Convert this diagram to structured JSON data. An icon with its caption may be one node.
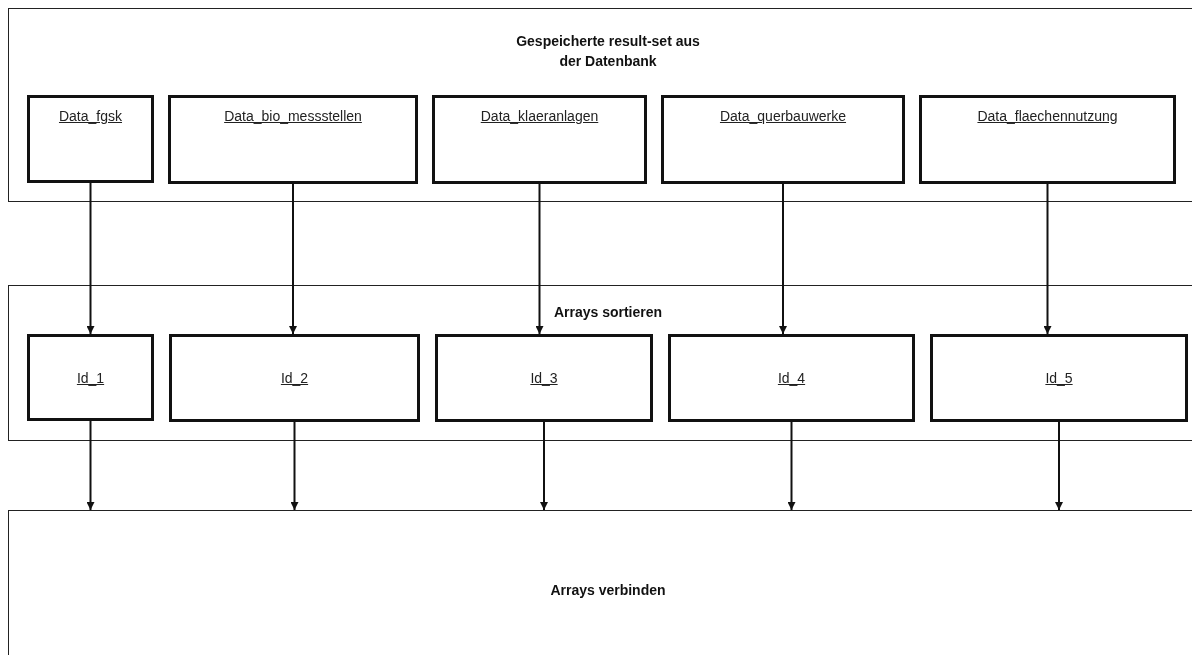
{
  "diagram": {
    "nodes": [
      {
        "text": [
          "Gespeicherte result-set aus der Datenbank"
        ]
      },
      {
        "text": [
          "Data_fgsk"
        ],
        "in": 0
      },
      {
        "text": [
          "Data_bio_messstellen"
        ],
        "in": 0
      },
      {
        "text": [
          "Data_klaeranlagen"
        ],
        "in": 0
      },
      {
        "text": [
          "Data_querbauwerke"
        ],
        "in": 0
      },
      {
        "text": [
          "Data_flaechennutzung"
        ],
        "in": 0
      },
      {
        "text": [
          "Arrays sortieren"
        ]
      },
      {
        "text": [
          "Id_1"
        ],
        "in": 6
      },
      {
        "text": [
          "Id_2"
        ],
        "in": 6
      },
      {
        "text": [
          "Id_3"
        ],
        "in": 6
      },
      {
        "text": [
          "Id_4"
        ],
        "in": 6
      },
      {
        "text": [
          "Id_5"
        ],
        "in": 6
      },
      {
        "text": [
          "Arrays verbinden"
        ]
      }
    ],
    "edges": [
      {
        "from": 1,
        "to": 7,
        "arrow": "to"
      },
      {
        "from": 2,
        "to": 8,
        "arrow": "to"
      },
      {
        "from": 3,
        "to": 9,
        "arrow": "to"
      },
      {
        "from": 4,
        "to": 10,
        "arrow": "to"
      },
      {
        "from": 5,
        "to": 11,
        "arrow": "to"
      },
      {
        "from": 7,
        "to": 12,
        "arrow": "to"
      },
      {
        "from": 8,
        "to": 12,
        "arrow": "to"
      },
      {
        "from": 9,
        "to": 12,
        "arrow": "to"
      },
      {
        "from": 10,
        "to": 12,
        "arrow": "to"
      },
      {
        "from": 11,
        "to": 12,
        "arrow": "to"
      }
    ]
  }
}
